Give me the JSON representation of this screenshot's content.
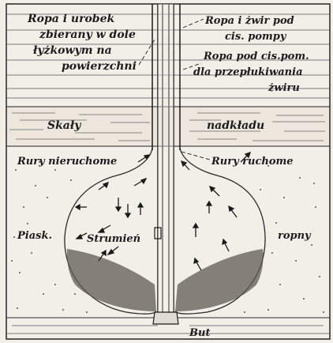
{
  "labels": {
    "top_left_1": "Ropa i urobek",
    "top_left_2": "zbierany w dole",
    "top_left_3": "łyżkowym na",
    "top_left_4": "powierzchni",
    "top_right_1": "Ropa i żwir pod",
    "top_right_2": "cis. pompy",
    "mid_right_1": "Ropa pod cis.pom.",
    "mid_right_2": "dla przepłukiwania",
    "mid_right_3": "żwiru",
    "rock_left": "Skały",
    "rock_right": "nadkładu",
    "fixed_pipes": "Rury nieruchome",
    "moving_pipes": "Rury ruchome",
    "sand": "Piask.",
    "jet": "Strumień",
    "oil": "ropny",
    "shoe": "But"
  }
}
